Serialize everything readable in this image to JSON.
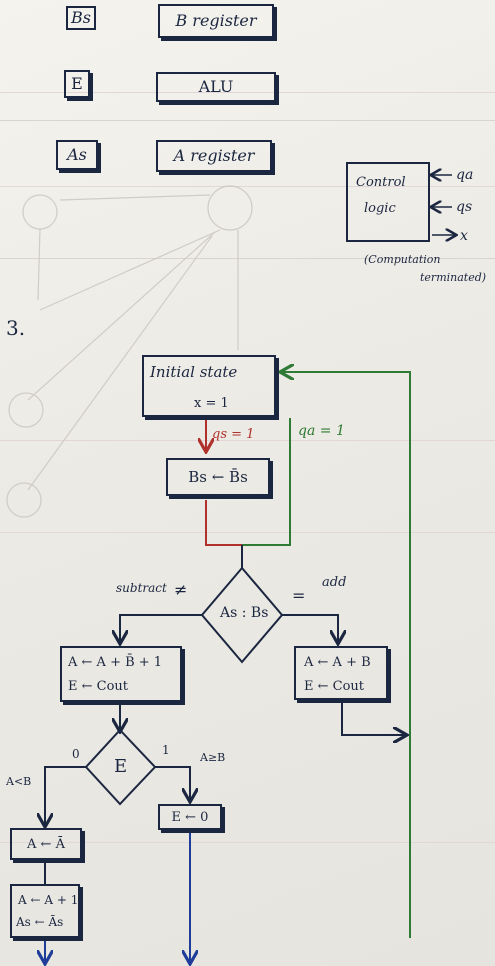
{
  "registers": {
    "bs_label": "Bs",
    "b_register": "B register",
    "e_label": "E",
    "alu": "ALU",
    "as_label": "As",
    "a_register": "A register"
  },
  "control": {
    "box_label_1": "Control",
    "box_label_2": "logic",
    "in_qa": "qa",
    "in_qs": "qs",
    "out_x": "x",
    "note_1": "(Computation",
    "note_2": "terminated)"
  },
  "section_number": "3.",
  "flow": {
    "initial_state": "Initial state",
    "x_eq_1": "x = 1",
    "qs_eq_1": "qs = 1",
    "qa_eq_1": "qa = 1",
    "bs_assign": "Bs ← B̄s",
    "compare": "As : Bs",
    "subtract": "subtract",
    "not_equal": "≠",
    "equal": "=",
    "add": "add",
    "sub_op_1": "A ← A + B̄ + 1",
    "sub_op_2": "E ← Cout",
    "add_op_1": "A ← A + B",
    "add_op_2": "E ← Cout",
    "e_decision": "E",
    "zero": "0",
    "one": "1",
    "a_lt_b": "A<B",
    "a_ge_b": "A≥B",
    "e_clear": "E ← 0",
    "complement": "A ← Ā",
    "incr_1": "A ← A + 1",
    "incr_2": "As ← Ās"
  },
  "colors": {
    "ink": "#1b2640",
    "red": "#b0302c",
    "green": "#2f7a34",
    "blue": "#1f3c9a"
  }
}
